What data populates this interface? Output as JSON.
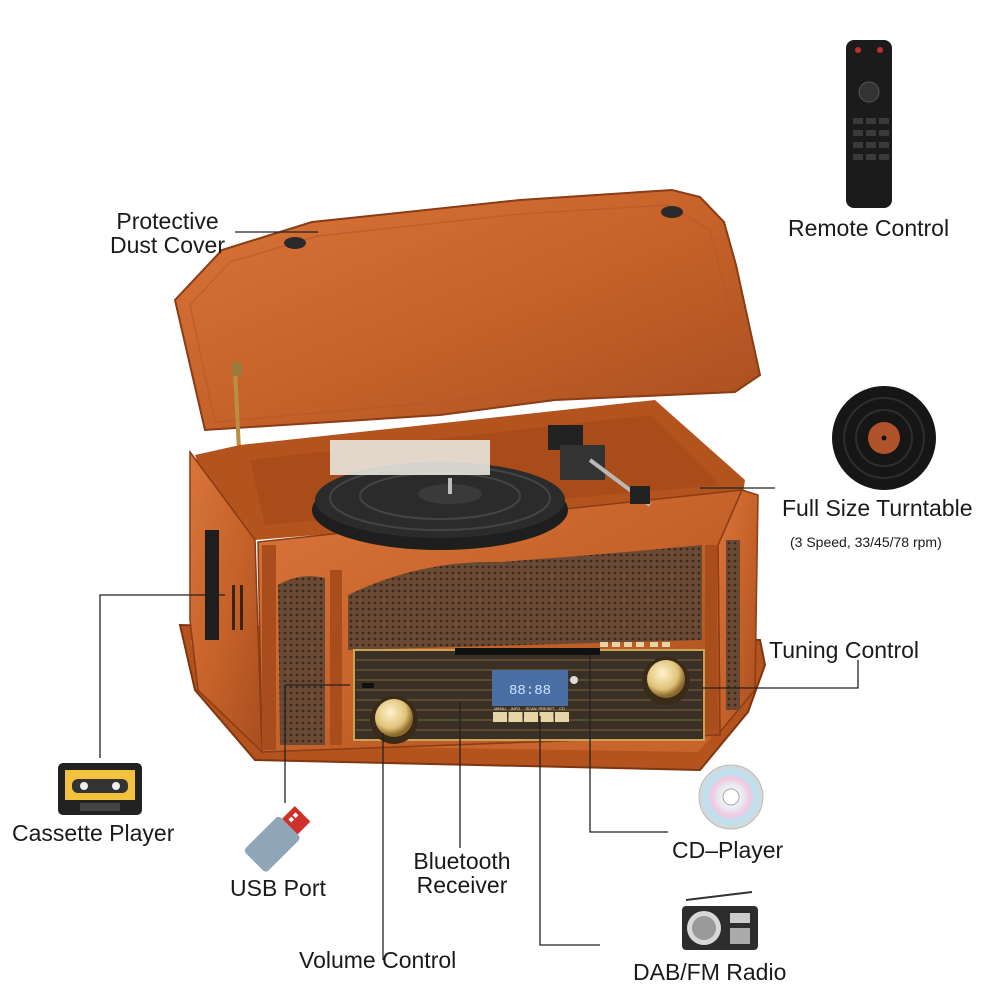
{
  "labels": {
    "dust_cover_line1": "Protective",
    "dust_cover_line2": "Dust Cover",
    "remote": "Remote Control",
    "turntable": "Full Size Turntable",
    "turntable_note": "(3 Speed, 33/45/78 rpm)",
    "tuning": "Tuning Control",
    "cassette": "Cassette Player",
    "usb": "USB Port",
    "bluetooth_line1": "Bluetooth",
    "bluetooth_line2": "Receiver",
    "cd": "CD–Player",
    "volume": "Volume Control",
    "radio": "DAB/FM Radio"
  },
  "display_text": "88:88",
  "front_buttons": [
    "MENU",
    "INFO",
    "SCAN",
    "PRESET",
    "CD"
  ],
  "colors": {
    "wood": "#c7632a",
    "wood_dark": "#9a451a",
    "grille": "#5a3f2e",
    "panel": "#3a3026",
    "lcd": "#4a6fa5"
  },
  "icons": [
    "remote-control-icon",
    "vinyl-record-icon",
    "cassette-icon",
    "usb-stick-icon",
    "cd-disc-icon",
    "radio-icon"
  ]
}
